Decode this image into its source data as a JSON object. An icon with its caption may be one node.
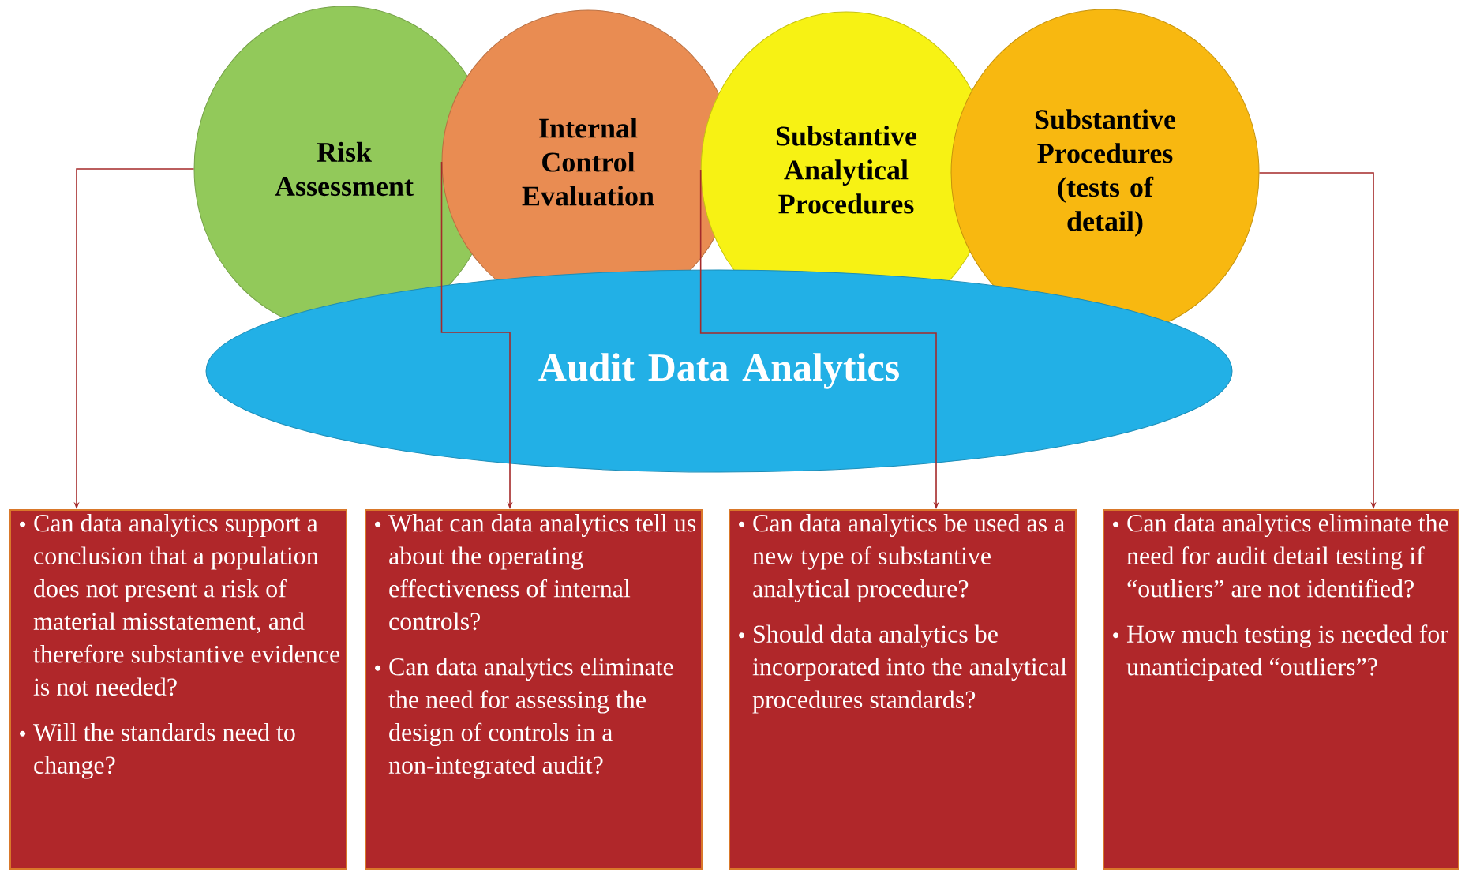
{
  "diagram": {
    "nodes": [
      {
        "text": [
          "Risk Assessment"
        ]
      },
      {
        "text": [
          "Internal Control Evaluation"
        ]
      },
      {
        "text": [
          "Substantive Analytical Procedures"
        ]
      },
      {
        "text": [
          "Substantive Procedures (tests of detail)"
        ]
      },
      {
        "text": [
          "Audit Data Analytics"
        ]
      },
      {
        "text": [
          "Can data analytics support a conclusion that a population does not present a risk of material misstatement, and therefore substantive evidence is not needed?",
          "Will the standards need to change?"
        ]
      },
      {
        "text": [
          "What can data analytics tell us about the operating effectiveness of internal controls?",
          "Can data analytics eliminate the need for assessing the design of controls in a non-integrated audit?"
        ]
      },
      {
        "text": [
          "Can data analytics be used as a new type of substantive analytical procedure?",
          "Should data analytics be incorporated into the analytical procedures standards?"
        ]
      },
      {
        "text": [
          "Can data analytics eliminate the need for audit detail testing if “outliers” are not identified?",
          "How much testing is needed for unanticipated “outliers”?"
        ]
      }
    ],
    "edges": [
      {
        "from": 0,
        "to": 5,
        "arrow": "to"
      },
      {
        "from": 1,
        "to": 6,
        "arrow": "to"
      },
      {
        "from": 2,
        "to": 7,
        "arrow": "to"
      },
      {
        "from": 3,
        "to": 8,
        "arrow": "to"
      }
    ]
  }
}
